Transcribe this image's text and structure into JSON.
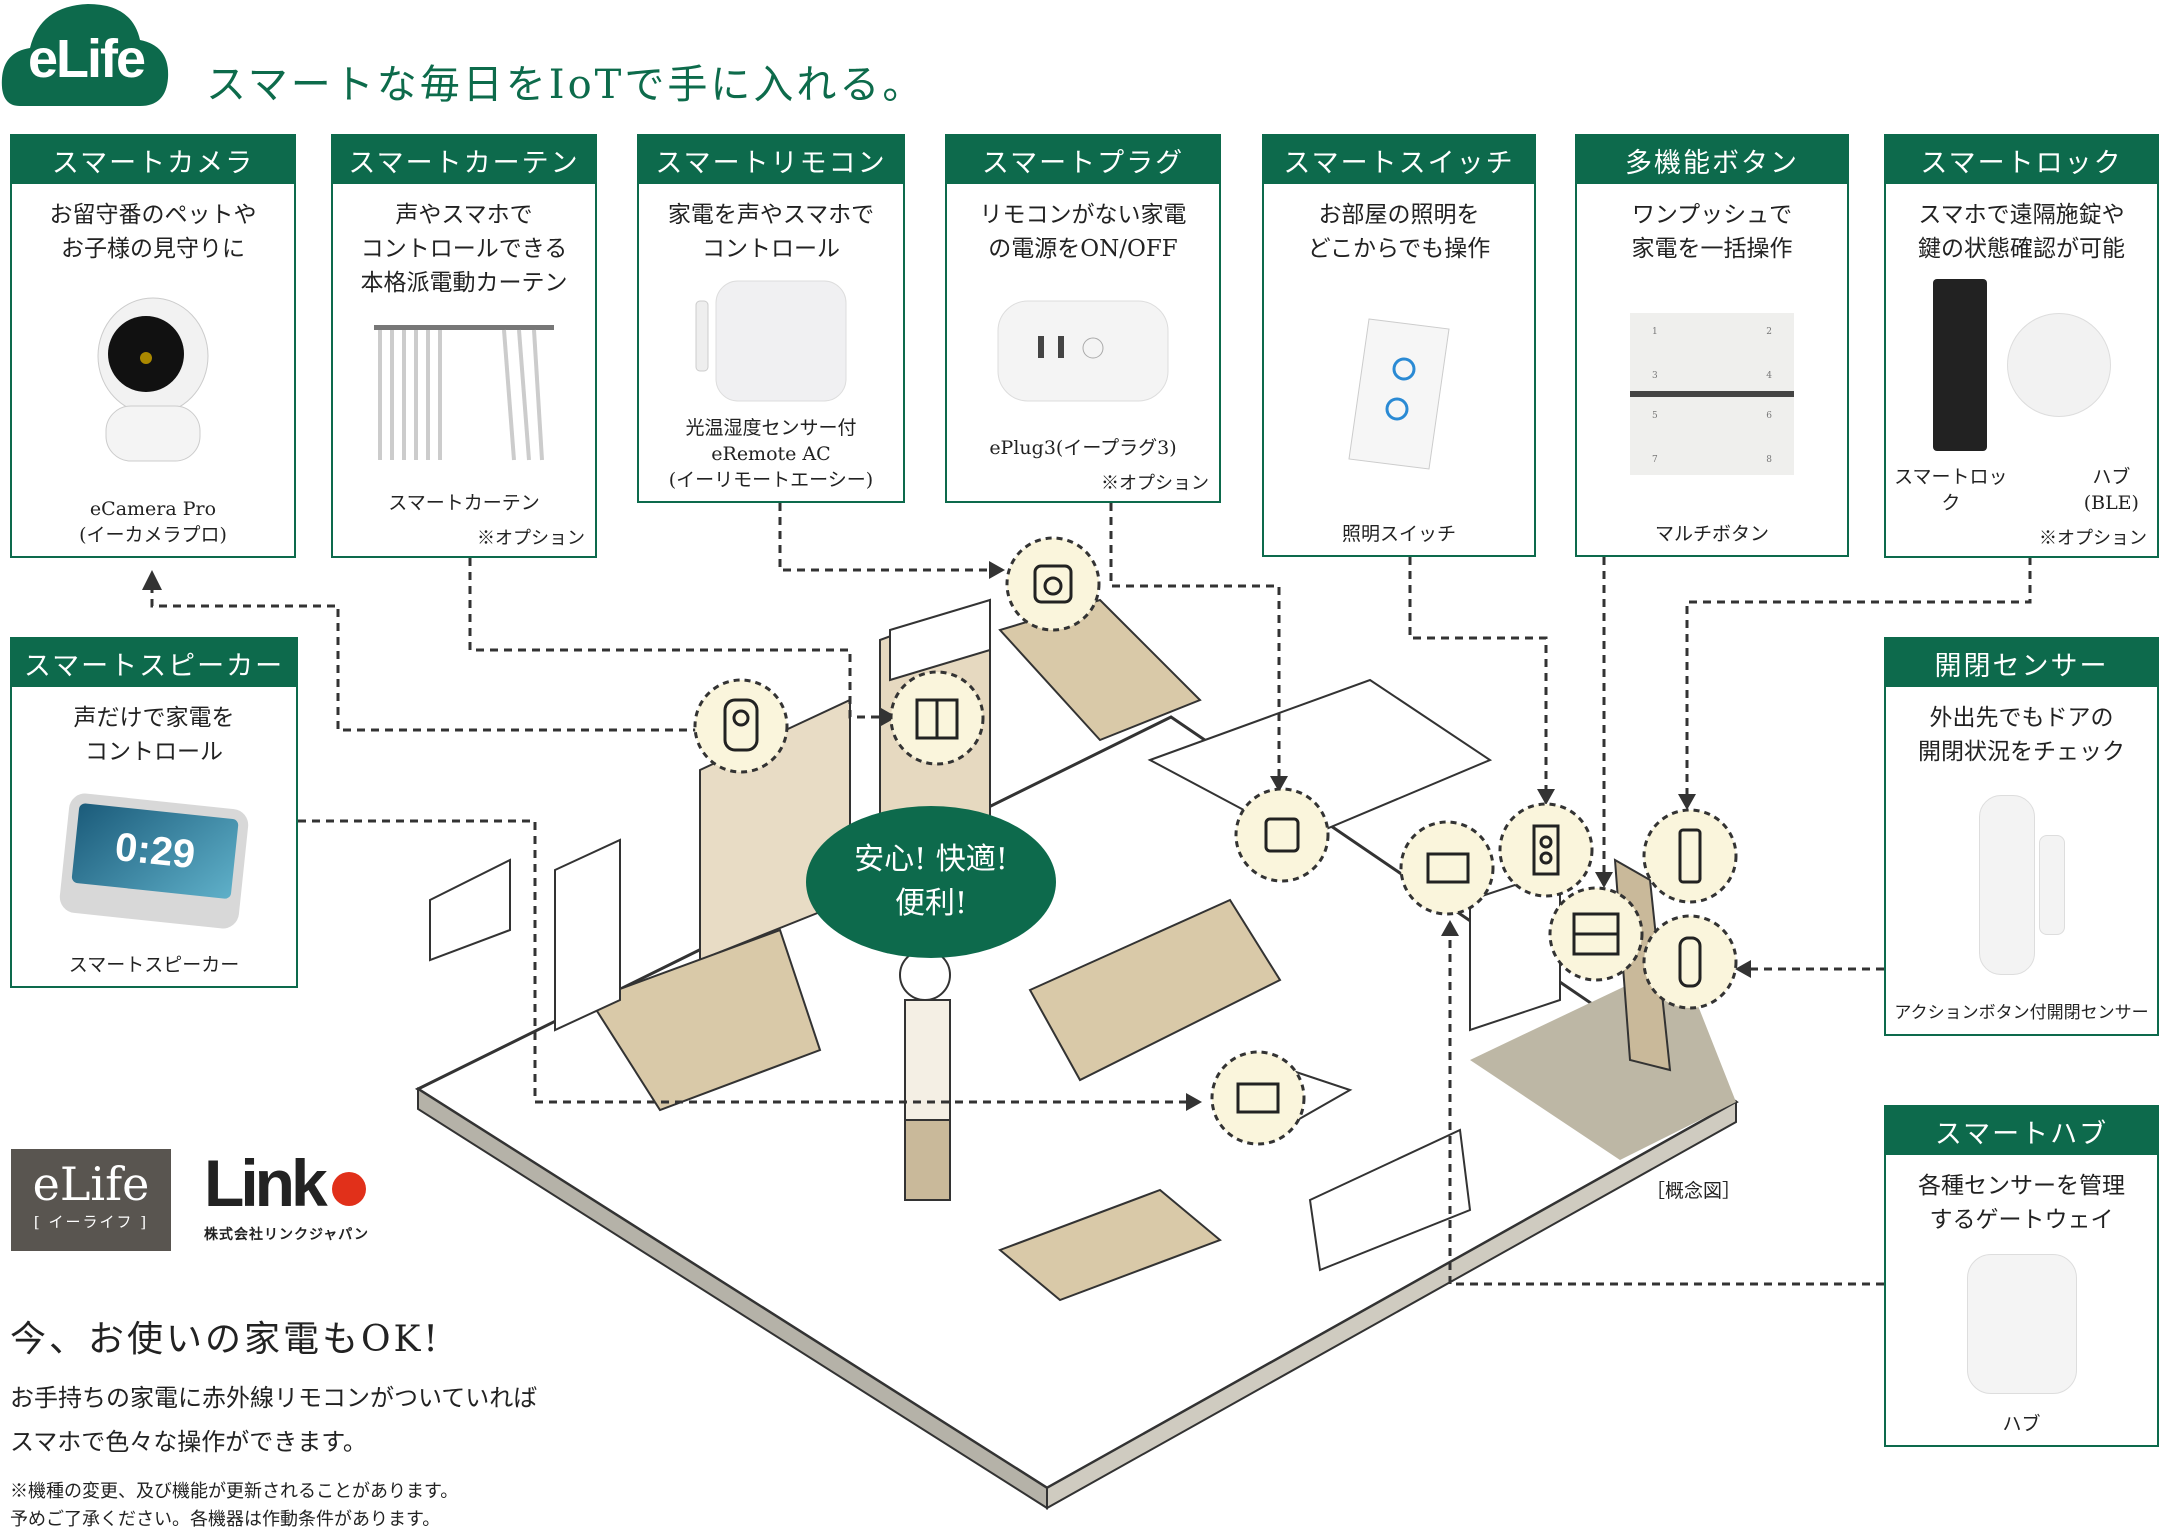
{
  "logo": {
    "text": "eLife"
  },
  "title": "スマートな毎日をIoTで手に入れる。",
  "cards": {
    "camera": {
      "header": "スマートカメラ",
      "desc": [
        "お留守番のペットや",
        "お子様の見守りに"
      ],
      "caption": [
        "eCamera Pro",
        "(イーカメラプロ)"
      ]
    },
    "curtain": {
      "header": "スマートカーテン",
      "desc": [
        "声やスマホで",
        "コントロールできる",
        "本格派電動カーテン"
      ],
      "caption": [
        "スマートカーテン"
      ],
      "option": "※オプション"
    },
    "remote": {
      "header": "スマートリモコン",
      "desc": [
        "家電を声やスマホで",
        "コントロール"
      ],
      "caption": [
        "光温湿度センサー付",
        "eRemote AC",
        "(イーリモートエーシー)"
      ]
    },
    "plug": {
      "header": "スマートプラグ",
      "desc": [
        "リモコンがない家電",
        "の電源をON/OFF"
      ],
      "caption": [
        "ePlug3(イープラグ3)"
      ],
      "option": "※オプション"
    },
    "switch": {
      "header": "スマートスイッチ",
      "desc": [
        "お部屋の照明を",
        "どこからでも操作"
      ],
      "caption": [
        "照明スイッチ"
      ]
    },
    "multi": {
      "header": "多機能ボタン",
      "desc": [
        "ワンプッシュで",
        "家電を一括操作"
      ],
      "caption": [
        "マルチボタン"
      ],
      "numbers": [
        "1",
        "2",
        "3",
        "4",
        "5",
        "6",
        "7",
        "8"
      ]
    },
    "lock": {
      "header": "スマートロック",
      "desc": [
        "スマホで遠隔施錠や",
        "鍵の状態確認が可能"
      ],
      "caption": [
        "スマートロック",
        "ハブ(BLE)"
      ],
      "option": "※オプション"
    },
    "speaker": {
      "header": "スマートスピーカー",
      "desc": [
        "声だけで家電を",
        "コントロール"
      ],
      "caption": [
        "スマートスピーカー"
      ],
      "screen": "0:29"
    },
    "sensor": {
      "header": "開閉センサー",
      "desc": [
        "外出先でもドアの",
        "開閉状況をチェック"
      ],
      "caption": [
        "アクションボタン付開閉センサー"
      ]
    },
    "hub": {
      "header": "スマートハブ",
      "desc": [
        "各種センサーを管理",
        "するゲートウェイ"
      ],
      "caption": [
        "ハブ"
      ]
    }
  },
  "diagram": {
    "bubble": [
      "安心! 快適!",
      "便利!"
    ],
    "concept": "［概念図］"
  },
  "brand": {
    "elife": "eLife",
    "elife_kana": "[ イーライフ ]",
    "link": "Link",
    "company": "株式会社リンクジャパン"
  },
  "bottom": {
    "headline": "今、お使いの家電もOK!",
    "body": [
      "お手持ちの家電に赤外線リモコンがついていれば",
      "スマホで色々な操作ができます。"
    ],
    "notes": [
      "※機種の変更、及び機能が更新されることがあります。",
      "予めご了承ください。各機器は作動条件があります。"
    ]
  },
  "colors": {
    "brand_green": "#0d6a4c",
    "icon_fill": "#faf5dc",
    "wood": "#c9b99a",
    "link_red": "#e1301a"
  }
}
